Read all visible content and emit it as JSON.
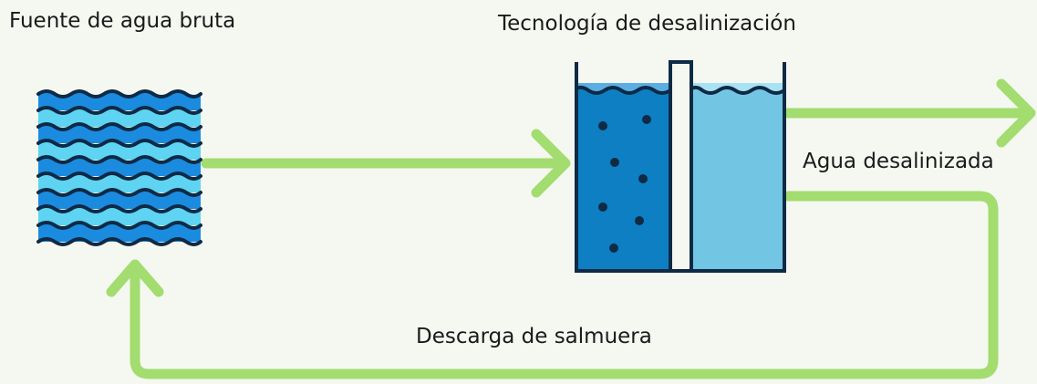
{
  "diagram": {
    "labels": {
      "source": "Fuente de agua bruta",
      "technology": "Tecnología de desalinización",
      "desalinated": "Agua desalinizada",
      "brine": "Descarga de salmuera"
    },
    "icons": {
      "source": "water-waves-icon",
      "technology": "desalination-tank-icon"
    },
    "colors": {
      "arrow": "#a3dc6f",
      "tank_salt_water": "#0d7fc2",
      "tank_fresh_water": "#72c6e4",
      "tank_surface": "#5aaee3",
      "wave_dark": "#0e2a45",
      "wave_light": "#5ed4f2",
      "wave_mid": "#1b8be0",
      "background": "#f4f8f1",
      "text": "#1a1a1a"
    }
  }
}
